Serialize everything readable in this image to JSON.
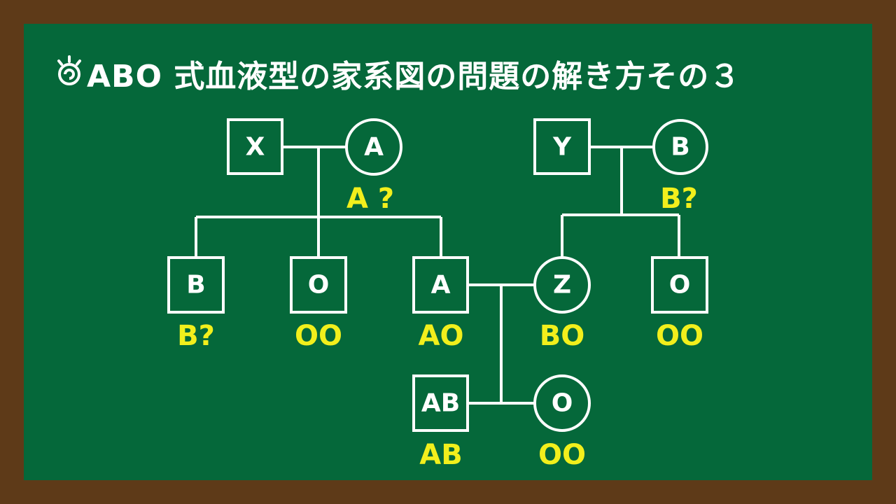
{
  "title": "ABO 式血液型の家系図の問題の解き方その３",
  "title_icon": "lightbulb-icon",
  "colors": {
    "board": "#05683a",
    "frame": "#5e3a18",
    "symbol": "#ffffff",
    "genotype": "#f2ef1c"
  },
  "individuals": {
    "x": {
      "shape": "square",
      "label": "X",
      "genotype": ""
    },
    "a_mother": {
      "shape": "circle",
      "label": "A",
      "genotype": "A ?"
    },
    "y": {
      "shape": "square",
      "label": "Y",
      "genotype": ""
    },
    "b_mother": {
      "shape": "circle",
      "label": "B",
      "genotype": "B?"
    },
    "child_b": {
      "shape": "square",
      "label": "B",
      "genotype": "B?"
    },
    "child_o": {
      "shape": "square",
      "label": "O",
      "genotype": "OO"
    },
    "child_a": {
      "shape": "square",
      "label": "A",
      "genotype": "AO"
    },
    "z": {
      "shape": "circle",
      "label": "Z",
      "genotype": "BO"
    },
    "y_child_o": {
      "shape": "square",
      "label": "O",
      "genotype": "OO"
    },
    "grandchild_ab": {
      "shape": "square",
      "label": "AB",
      "genotype": "AB"
    },
    "grandchild_o": {
      "shape": "circle",
      "label": "O",
      "genotype": "OO"
    }
  }
}
